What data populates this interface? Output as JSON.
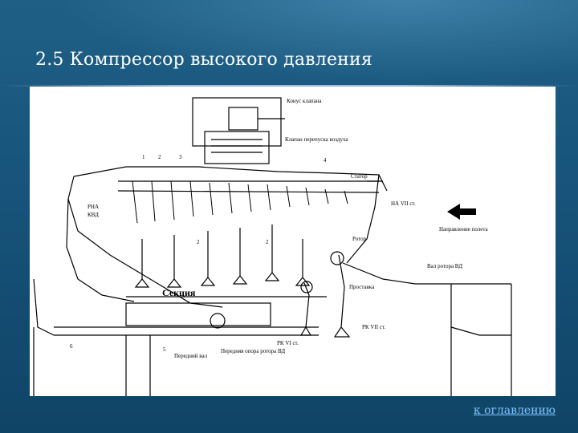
{
  "slide": {
    "title": "2.5 Компрессор высокого давления",
    "link_label": "к оглавлению"
  },
  "diagram": {
    "labels": {
      "konus": "Конус клапана",
      "klapan": "Клапан перепуска воздуха",
      "stator": "Статор",
      "na7": "НА VII ст.",
      "rna": "РНА",
      "kvd": "КВД",
      "direction": "Направление полета",
      "rotor": "Ротор",
      "val": "Вал ротора ВД",
      "sektsiya": "Секция",
      "prostavka": "Проставка",
      "rk6": "РК VI ст.",
      "rk7": "РК VII ст.",
      "peredniy_val": "Передний вал",
      "opora": "Передняя опора ротора ВД",
      "n1": "1",
      "n2": "2",
      "n3": "3",
      "n4": "4",
      "n2b": "2",
      "n2c": "2",
      "n5": "5",
      "n6": "6"
    }
  }
}
